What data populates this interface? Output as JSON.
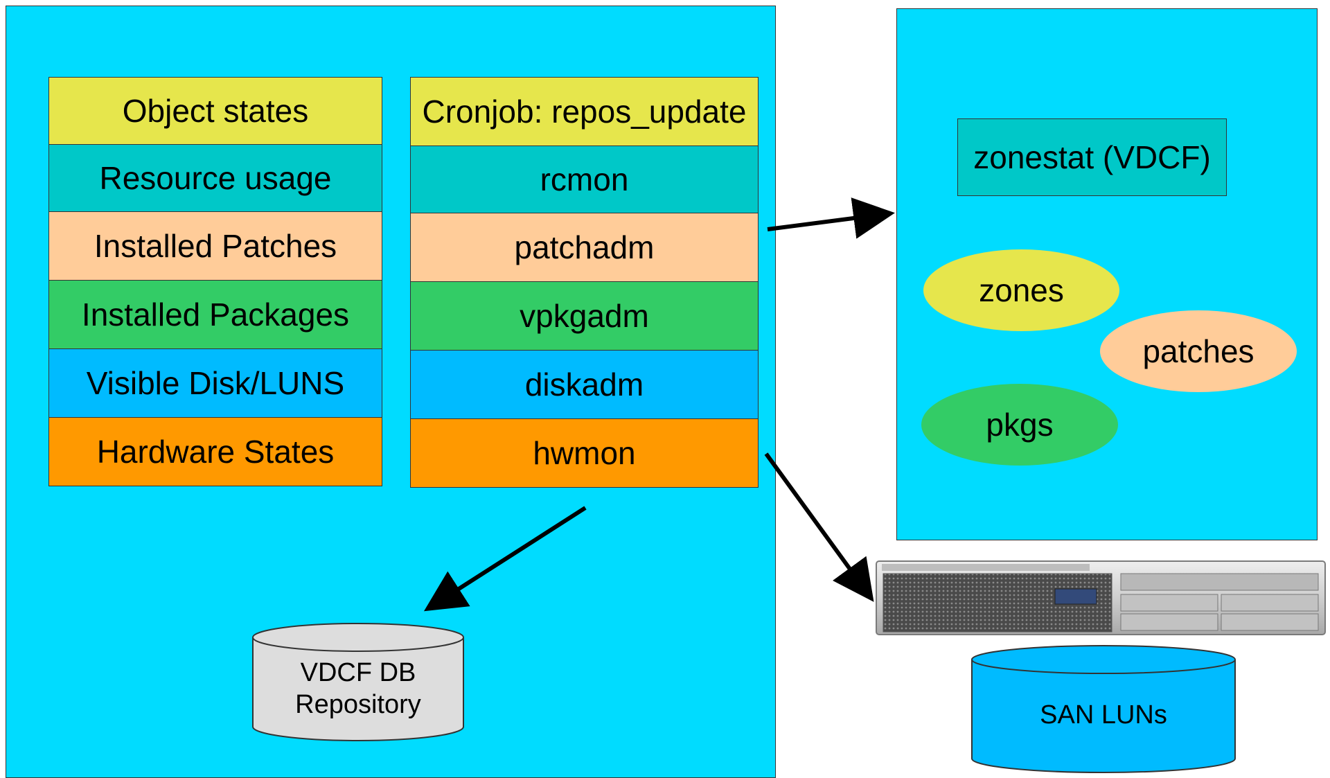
{
  "colors": {
    "panel_bg": "#00dcff",
    "yellow": "#e6e64c",
    "teal": "#00c8c8",
    "peach": "#ffcc99",
    "green": "#33cc66",
    "blue": "#00bbff",
    "orange": "#ff9900",
    "db_grey": "#dddddd",
    "san_blue": "#00bbff"
  },
  "left_column": [
    {
      "label": "Object states",
      "color": "#e6e64c"
    },
    {
      "label": "Resource usage",
      "color": "#00c8c8"
    },
    {
      "label": "Installed Patches",
      "color": "#ffcc99"
    },
    {
      "label": "Installed Packages",
      "color": "#33cc66"
    },
    {
      "label": "Visible Disk/LUNS",
      "color": "#00bbff"
    },
    {
      "label": "Hardware States",
      "color": "#ff9900"
    }
  ],
  "right_column": [
    {
      "label": "Cronjob: repos_update",
      "color": "#e6e64c"
    },
    {
      "label": "rcmon",
      "color": "#00c8c8"
    },
    {
      "label": "patchadm",
      "color": "#ffcc99"
    },
    {
      "label": "vpkgadm",
      "color": "#33cc66"
    },
    {
      "label": "diskadm",
      "color": "#00bbff"
    },
    {
      "label": "hwmon",
      "color": "#ff9900"
    }
  ],
  "repository": {
    "line1": "VDCF DB",
    "line2": "Repository"
  },
  "zonestat": {
    "label": "zonestat (VDCF)"
  },
  "ellipses": {
    "zones": "zones",
    "patches": "patches",
    "pkgs": "pkgs"
  },
  "san": {
    "label": "SAN LUNs"
  }
}
